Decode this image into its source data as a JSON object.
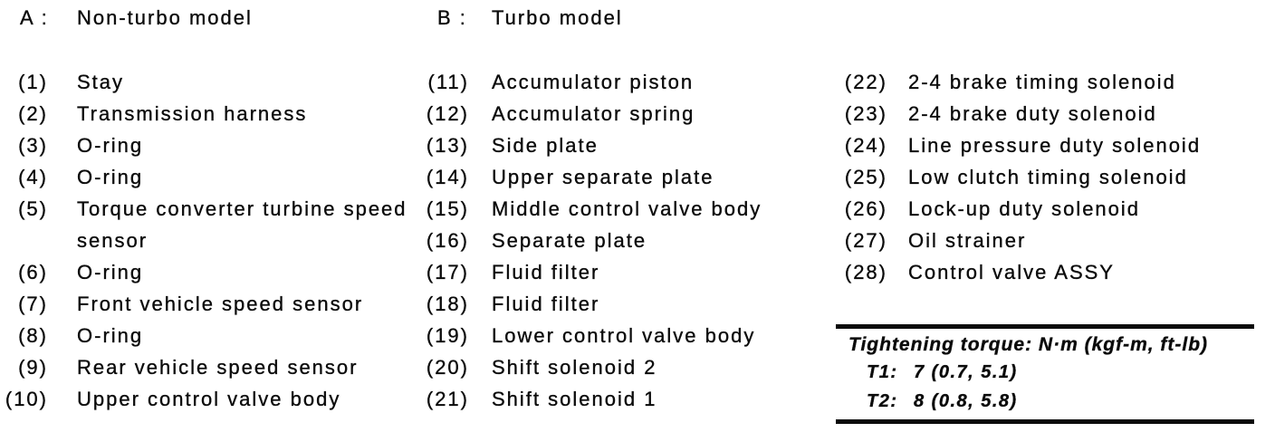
{
  "colors": {
    "paper": "#ffffff",
    "ink": "#0b0b0b"
  },
  "models_legend": [
    {
      "key": "A :",
      "label": "Non-turbo model"
    },
    {
      "key": "B :",
      "label": "Turbo model"
    }
  ],
  "parts_list": {
    "columns": [
      {
        "items": [
          {
            "num": "(1)",
            "label": "Stay"
          },
          {
            "num": "(2)",
            "label": "Transmission harness"
          },
          {
            "num": "(3)",
            "label": "O-ring"
          },
          {
            "num": "(4)",
            "label": "O-ring"
          },
          {
            "num": "(5)",
            "label": "Torque converter turbine speed sensor"
          },
          {
            "num": "(6)",
            "label": "O-ring"
          },
          {
            "num": "(7)",
            "label": "Front vehicle speed sensor"
          },
          {
            "num": "(8)",
            "label": "O-ring"
          },
          {
            "num": "(9)",
            "label": "Rear vehicle speed sensor"
          },
          {
            "num": "(10)",
            "label": "Upper control valve body"
          }
        ]
      },
      {
        "items": [
          {
            "num": "(11)",
            "label": "Accumulator piston"
          },
          {
            "num": "(12)",
            "label": "Accumulator spring"
          },
          {
            "num": "(13)",
            "label": "Side plate"
          },
          {
            "num": "(14)",
            "label": "Upper separate plate"
          },
          {
            "num": "(15)",
            "label": "Middle control valve body"
          },
          {
            "num": "(16)",
            "label": "Separate plate"
          },
          {
            "num": "(17)",
            "label": "Fluid filter"
          },
          {
            "num": "(18)",
            "label": "Fluid filter"
          },
          {
            "num": "(19)",
            "label": "Lower control valve body"
          },
          {
            "num": "(20)",
            "label": "Shift solenoid 2"
          },
          {
            "num": "(21)",
            "label": "Shift solenoid 1"
          }
        ]
      },
      {
        "items": [
          {
            "num": "(22)",
            "label": "2-4 brake timing solenoid"
          },
          {
            "num": "(23)",
            "label": "2-4 brake duty solenoid"
          },
          {
            "num": "(24)",
            "label": "Line pressure duty solenoid"
          },
          {
            "num": "(25)",
            "label": "Low clutch timing solenoid"
          },
          {
            "num": "(26)",
            "label": "Lock-up duty solenoid"
          },
          {
            "num": "(27)",
            "label": "Oil strainer"
          },
          {
            "num": "(28)",
            "label": "Control valve ASSY"
          }
        ]
      }
    ]
  },
  "torque_note": {
    "title": "Tightening torque: N·m (kgf-m, ft-lb)",
    "entries": [
      {
        "key": "T1:",
        "value": "7 (0.7, 5.1)"
      },
      {
        "key": "T2:",
        "value": "8 (0.8, 5.8)"
      }
    ]
  }
}
